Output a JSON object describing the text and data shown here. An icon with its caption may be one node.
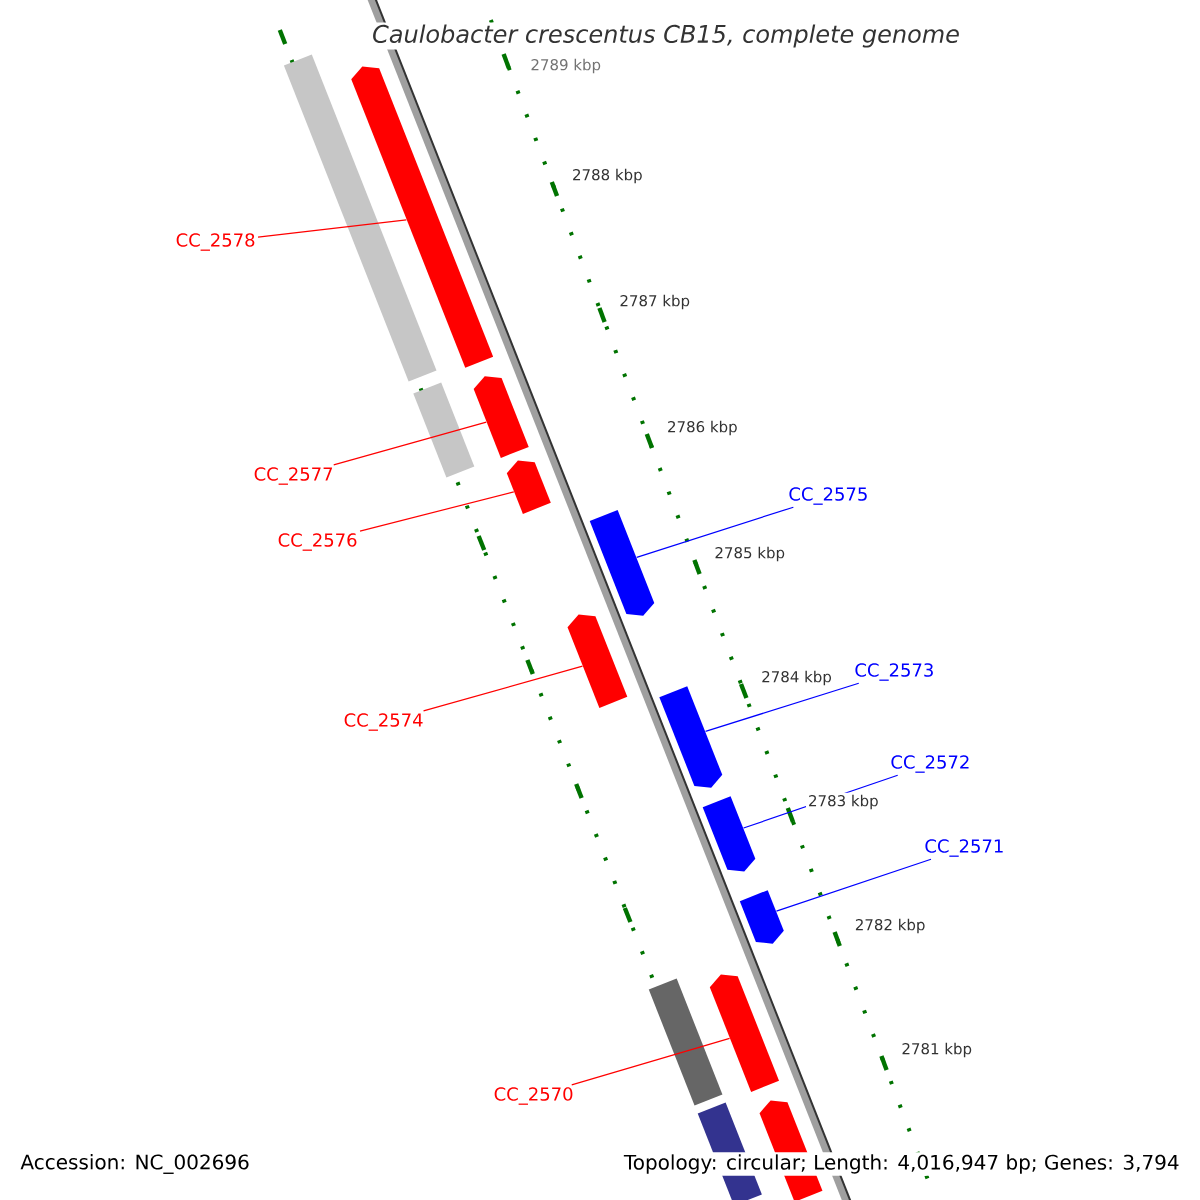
{
  "diagram": {
    "title": "*Caulobacter crescentus* CB15, complete genome",
    "nodes": [
      {
        "text": [
          "CC_2578"
        ]
      },
      {
        "text": [
          "CC_2577"
        ]
      },
      {
        "text": [
          "CC_2576"
        ]
      },
      {
        "text": [
          "CC_2574"
        ]
      },
      {
        "text": [
          "CC_2570"
        ]
      },
      {
        "text": [
          "CC_2575"
        ]
      },
      {
        "text": [
          "CC_2573"
        ]
      },
      {
        "text": [
          "CC_2572"
        ]
      },
      {
        "text": [
          "CC_2571"
        ]
      },
      {
        "text": [],
        "shape": "bar"
      },
      {
        "text": [],
        "shape": "bar"
      },
      {
        "text": [],
        "shape": "bar"
      },
      {
        "text": [],
        "shape": "bar"
      },
      {
        "text": [],
        "shape": "bar"
      },
      {
        "text": [],
        "shape": "bar"
      },
      {
        "text": [],
        "shape": "bar"
      },
      {
        "text": [],
        "shape": "bar"
      },
      {
        "text": [],
        "shape": "bar"
      },
      {
        "text": [],
        "shape": "box"
      },
      {
        "text": [],
        "shape": "box"
      },
      {
        "text": [],
        "shape": "box"
      },
      {
        "text": [],
        "shape": "box"
      },
      {
        "text": [],
        "shape": "bar"
      }
    ],
    "edges": [
      {
        "from": 0,
        "to": 9,
        "arrow": "none",
        "color": "#ff0000"
      },
      {
        "from": 1,
        "to": 10,
        "arrow": "none",
        "color": "#ff0000"
      },
      {
        "from": 2,
        "to": 11,
        "arrow": "none",
        "color": "#ff0000"
      },
      {
        "from": 3,
        "to": 12,
        "arrow": "none",
        "color": "#ff0000"
      },
      {
        "from": 4,
        "to": 13,
        "arrow": "none",
        "color": "#ff0000"
      },
      {
        "from": 5,
        "to": 14,
        "arrow": "none",
        "color": "#0000ff"
      },
      {
        "from": 6,
        "to": 15,
        "arrow": "none",
        "color": "#0000ff"
      },
      {
        "from": 7,
        "to": 16,
        "arrow": "none",
        "color": "#0000ff"
      },
      {
        "from": 8,
        "to": 17,
        "arrow": "none",
        "color": "#0000ff"
      }
    ],
    "labels": [
      "2789 kbp",
      "2788 kbp",
      "2787 kbp",
      "2786 kbp",
      "2785 kbp",
      "2784 kbp",
      "2783 kbp",
      "2782 kbp",
      "2781 kbp",
      "Accession: NC_002696",
      "Topology: circular; Length: 4,016,947 bp; Genes: 3,794"
    ]
  }
}
